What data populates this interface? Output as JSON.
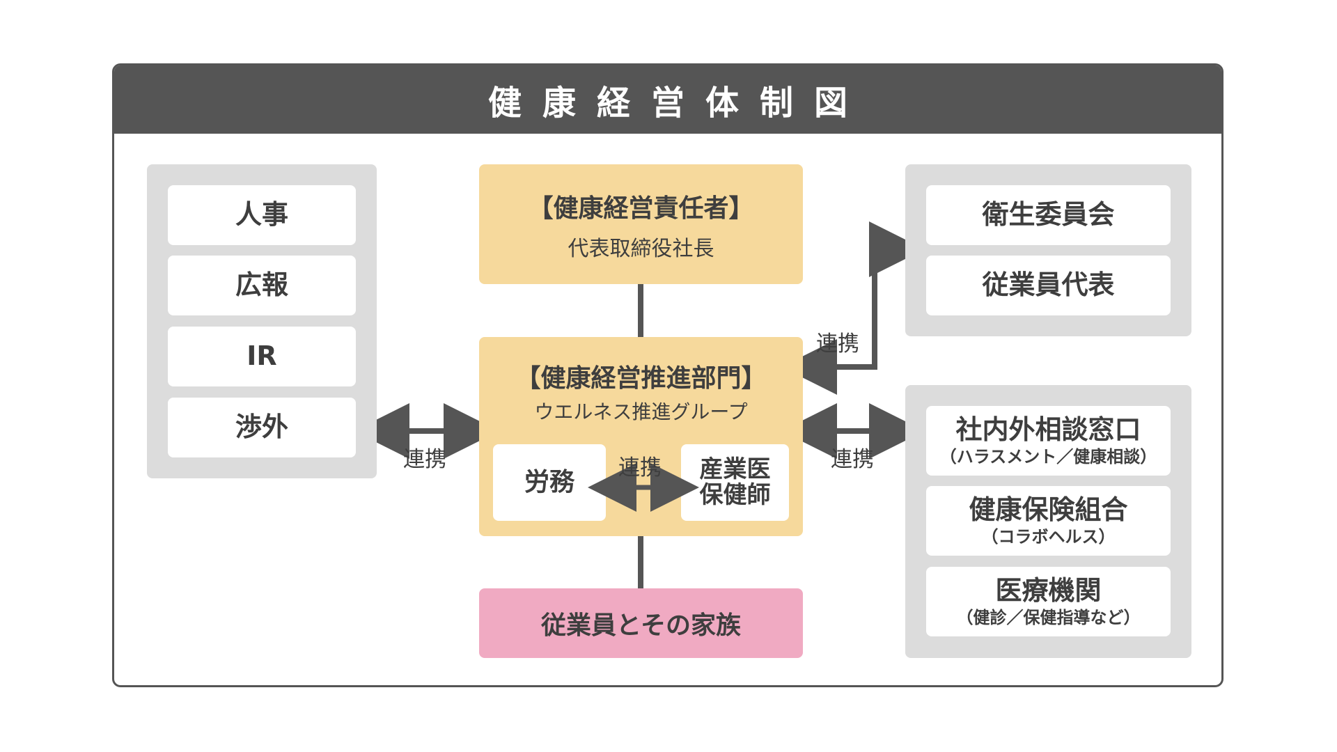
{
  "title": "健康経営体制図",
  "left_group": [
    "人事",
    "広報",
    "IR",
    "渉外"
  ],
  "responsible": {
    "heading": "【健康経営責任者】",
    "name": "代表取締役社長"
  },
  "promotion": {
    "heading": "【健康経営推進部門】",
    "name": "ウエルネス推進グループ",
    "labor": "労務",
    "doctor_line1": "産業医",
    "doctor_line2": "保健師",
    "inner_link": "連携"
  },
  "employees": "従業員とその家族",
  "right_top": [
    "衛生委員会",
    "従業員代表"
  ],
  "right_bottom": [
    {
      "name": "社内外相談窓口",
      "sub": "（ハラスメント／健康相談）"
    },
    {
      "name": "健康保険組合",
      "sub": "（コラボヘルス）"
    },
    {
      "name": "医療機関",
      "sub": "（健診／保健指導など）"
    }
  ],
  "links": {
    "left": "連携",
    "right_top": "連携",
    "right_bottom": "連携"
  },
  "colors": {
    "title_bar": "#555555",
    "yellow": "#f6d99c",
    "pink": "#f0aac2",
    "gray_panel": "#dcdcdc",
    "arrow": "#555555"
  }
}
